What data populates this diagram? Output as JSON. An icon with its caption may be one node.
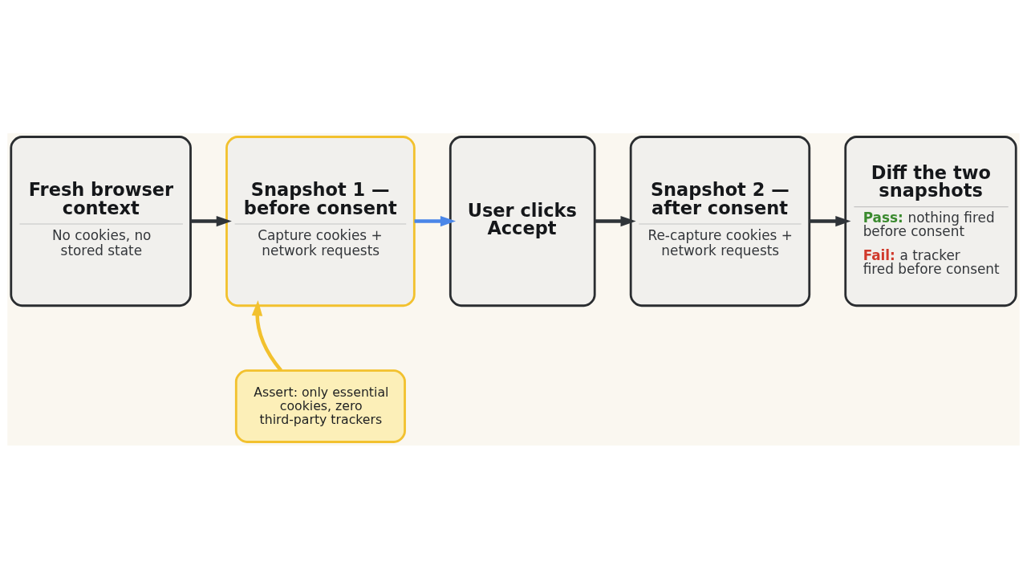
{
  "diagram": {
    "nodes": [
      {
        "text": [
          "Fresh browser context",
          "No cookies, no stored state"
        ]
      },
      {
        "text": [
          "Snapshot 1 — before consent",
          "Capture cookies + network requests"
        ]
      },
      {
        "text": [
          "User clicks Accept"
        ]
      },
      {
        "text": [
          "Snapshot 2 — after consent",
          "Re-capture cookies + network requests"
        ]
      },
      {
        "text": [
          "Diff the two snapshots",
          "**Pass:** nothing fired before consent",
          "**Fail:** a tracker fired before consent"
        ]
      },
      {
        "text": [
          "Assert: only essential cookies, zero third-party trackers"
        ]
      }
    ],
    "edges": [
      {
        "from": 0,
        "to": 1,
        "arrow": "to"
      },
      {
        "from": 1,
        "to": 2,
        "arrow": "to",
        "color": "#4a86e8"
      },
      {
        "from": 2,
        "to": 3,
        "arrow": "to"
      },
      {
        "from": 3,
        "to": 4,
        "arrow": "to"
      },
      {
        "from": 5,
        "to": 1,
        "arrow": "to",
        "color": "#f2c12e"
      }
    ]
  }
}
